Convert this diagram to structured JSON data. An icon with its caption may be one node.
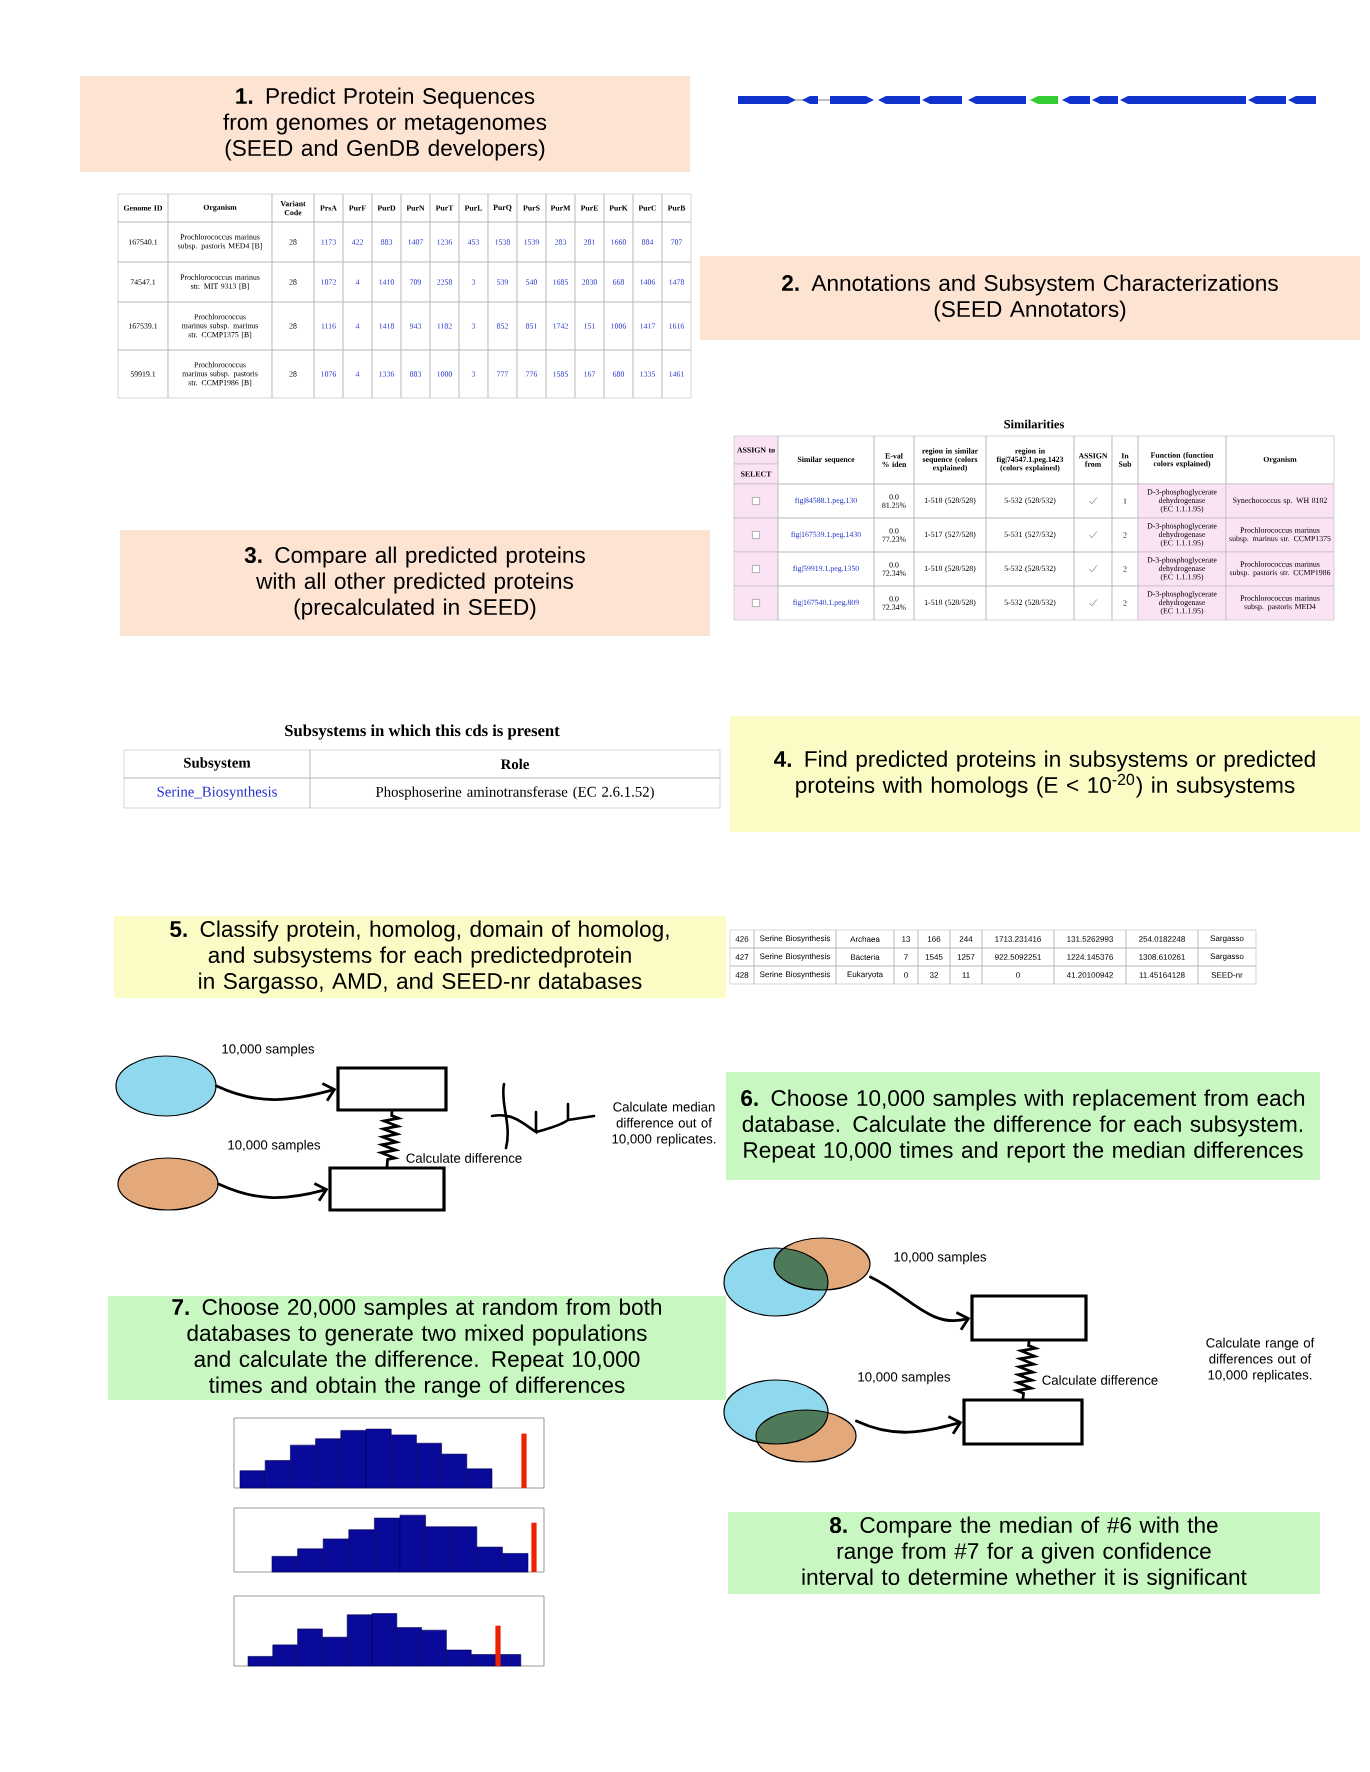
{
  "diagram": {
    "nodes": [
      {
        "text": [
          "**1.** Predict Protein Sequences from genomes or metagenomes",
          "(SEED and GenDB developers)"
        ]
      },
      {
        "text": [
          "**2.** Annotations and Subsystem Characterizations",
          "(SEED Annotators)"
        ]
      },
      {
        "text": [
          "**3.** Compare all predicted proteins with all other predicted proteins",
          "(precalculated in SEED)"
        ]
      },
      {
        "text": [
          "**4.** Find predicted proteins in subsystems or predicted proteins with homologs (E < 10$^{-20}$) in subsystems"
        ]
      },
      {
        "text": [
          "**5.** Classify protein, homolog, domain of homolog, and subsystems for each predictedprotein in Sargasso, AMD, and SEED-nr databases"
        ]
      },
      {
        "text": [],
        "shape": "ellipse"
      },
      {
        "text": [],
        "shape": "box"
      },
      {
        "text": [],
        "shape": "ellipse"
      },
      {
        "text": [],
        "shape": "box"
      },
      {
        "text": [
          "**6.** Choose 10,000 samples with replacement from each database. Calculate the difference for each subsystem. Repeat 10,000 times and report the median differences"
        ]
      },
      {
        "text": [],
        "shape": "venn"
      },
      {
        "text": [],
        "shape": "box"
      },
      {
        "text": [
          "**7.** Choose 20,000 samples at random from both databases to generate two mixed populations and calculate the difference. Repeat 10,000 times and obtain the range of differences"
        ]
      },
      {
        "text": [],
        "shape": "venn"
      },
      {
        "text": [],
        "shape": "box"
      },
      {
        "text": [
          "**8.** Compare the median of #6 with the range from #7 for a given confidence interval to determine whether it is significant"
        ]
      }
    ],
    "edges": [
      {
        "from": 5,
        "to": 6,
        "arrow": "to",
        "label": "10,000 samples"
      },
      {
        "from": 7,
        "to": 8,
        "arrow": "to",
        "label": "10,000 samples"
      },
      {
        "from": 6,
        "to": 8,
        "arrow": "none",
        "label": "Calculate difference"
      },
      {
        "from": 10,
        "to": 11,
        "arrow": "to",
        "label": "10,000 samples"
      },
      {
        "from": 13,
        "to": 14,
        "arrow": "to",
        "label": "10,000 samples"
      },
      {
        "from": 11,
        "to": 14,
        "arrow": "none",
        "label": "Calculate difference"
      }
    ],
    "labels": [
      "Genome ID",
      "Organism",
      "Variant Code",
      "PrsA",
      "PurF",
      "PurD",
      "PurN",
      "PurT",
      "PurL",
      "PurQ",
      "PurS",
      "PurM",
      "PurE",
      "PurK",
      "PurC",
      "PurB",
      "167540.1",
      "Prochlorococcus marinus subsp. pastoris MED4 [B]",
      "28",
      "1173",
      "422",
      "883",
      "1407",
      "1236",
      "453",
      "1538",
      "1539",
      "283",
      "281",
      "1660",
      "884",
      "707",
      "74547.1",
      "Prochlorococcus marinus str. MIT 9313 [B]",
      "28",
      "1072",
      "4",
      "1410",
      "709",
      "2258",
      "3",
      "539",
      "540",
      "1685",
      "2030",
      "668",
      "1406",
      "1478",
      "167539.1",
      "Prochlorococcus marinus subsp. marinus str. CCMP1375 [B]",
      "28",
      "1116",
      "4",
      "1418",
      "943",
      "1182",
      "3",
      "852",
      "851",
      "1742",
      "151",
      "1006",
      "1417",
      "1616",
      "59919.1",
      "Prochlorococcus marinus subsp. pastoris str. CCMP1986 [B]",
      "28",
      "1076",
      "4",
      "1336",
      "883",
      "1000",
      "3",
      "777",
      "776",
      "1585",
      "167",
      "680",
      "1335",
      "1461",
      "Similarities",
      "ASSIGN to",
      "Similar sequence",
      "E-val % iden",
      "region in similar sequence (colors explained)",
      "region in fig|74547.1.peg.1423 (colors explained)",
      "ASSIGN from",
      "In Sub",
      "Function (function colors explained)",
      "Organism",
      "SELECT",
      "fig|84588.1.peg.130",
      "0.0 81.25%",
      "1-518 (528/528)",
      "5-532 (528/532)",
      "1",
      "D-3-phosphoglycerate dehydrogenase (EC 1.1.1.95)",
      "Synechococcus sp. WH 8102",
      "fig|167539.1.peg.1430",
      "0.0 77.23%",
      "1-517 (527/528)",
      "5-531 (527/532)",
      "2",
      "D-3-phosphoglycerate dehydrogenase (EC 1.1.1.95)",
      "Prochlorococcus marinus subsp. marinus str. CCMP1375",
      "fig|59919.1.peg.1350",
      "0.0 72.34%",
      "1-518 (528/528)",
      "5-532 (528/532)",
      "2",
      "D-3-phosphoglycerate dehydrogenase (EC 1.1.1.95)",
      "Prochlorococcus marinus subsp. pastoris str. CCMP1986",
      "fig|167540.1.peg.809",
      "0.0 72.34%",
      "1-518 (528/528)",
      "5-532 (528/532)",
      "2",
      "D-3-phosphoglycerate dehydrogenase (EC 1.1.1.95)",
      "Prochlorococcus marinus subsp. pastoris MED4",
      "Subsystems in which this cds is present",
      "Subsystem",
      "Role",
      "Serine_Biosynthesis",
      "Phosphoserine aminotransferase (EC 2.6.1.52)",
      "426",
      "Serine Biosynthesis",
      "Archaea",
      "13",
      "166",
      "244",
      "1713.231416",
      "131.5262993",
      "254.0182248",
      "Sargasso",
      "427",
      "Serine Biosynthesis",
      "Bacteria",
      "7",
      "1545",
      "1257",
      "922.5092251",
      "1224.145376",
      "1308.610261",
      "Sargasso",
      "428",
      "Serine Biosynthesis",
      "Eukaryota",
      "0",
      "32",
      "11",
      "0",
      "41.20100942",
      "11.45164128",
      "SEED-nr",
      "Calculate median difference out of 10,000 replicates.",
      "Calculate range of differences out of 10,000 replicates."
    ]
  }
}
